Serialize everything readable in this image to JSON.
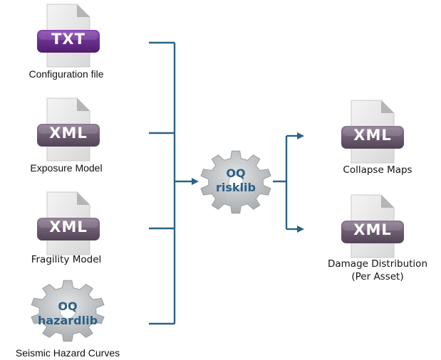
{
  "inputs": {
    "config": {
      "badge": "TXT",
      "label": "Configuration file"
    },
    "exposure": {
      "badge": "XML",
      "label": "Exposure Model"
    },
    "fragility": {
      "badge": "XML",
      "label": "Fragility Model"
    },
    "hazard": {
      "gear_line1": "OQ",
      "gear_line2": "hazardlib",
      "label": "Seismic Hazard Curves"
    }
  },
  "engine": {
    "gear_line1": "OQ",
    "gear_line2": "risklib"
  },
  "outputs": {
    "collapse": {
      "badge": "XML",
      "label": "Collapse Maps"
    },
    "damage": {
      "badge": "XML",
      "label_line1": "Damage Distribution",
      "label_line2": "(Per Asset)"
    }
  },
  "colors": {
    "connector": "#2b6285",
    "txt_badge": "#6a2f8e",
    "xml_badge": "#6e5d72",
    "gear": "#c4c7c9",
    "gear_text": "#2c5f86"
  }
}
